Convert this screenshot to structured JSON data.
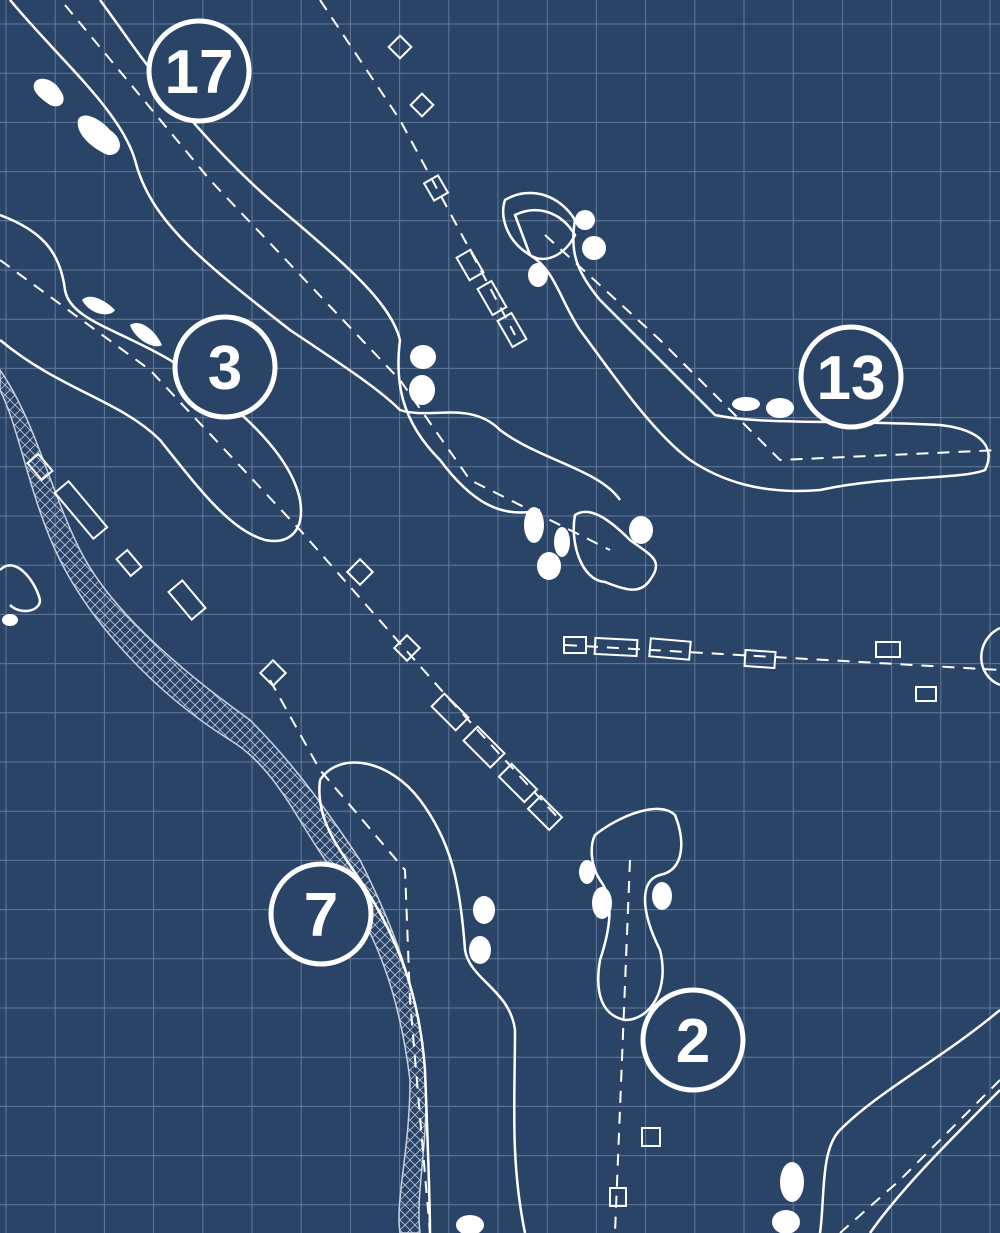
{
  "map": {
    "background_color": "#2a4468",
    "line_color": "#ffffff",
    "grid_color": "#6f86a6",
    "holes": [
      {
        "id": "hole-17",
        "label": "17"
      },
      {
        "id": "hole-3",
        "label": "3"
      },
      {
        "id": "hole-13",
        "label": "13"
      },
      {
        "id": "hole-7",
        "label": "7"
      },
      {
        "id": "hole-2",
        "label": "2"
      }
    ]
  }
}
